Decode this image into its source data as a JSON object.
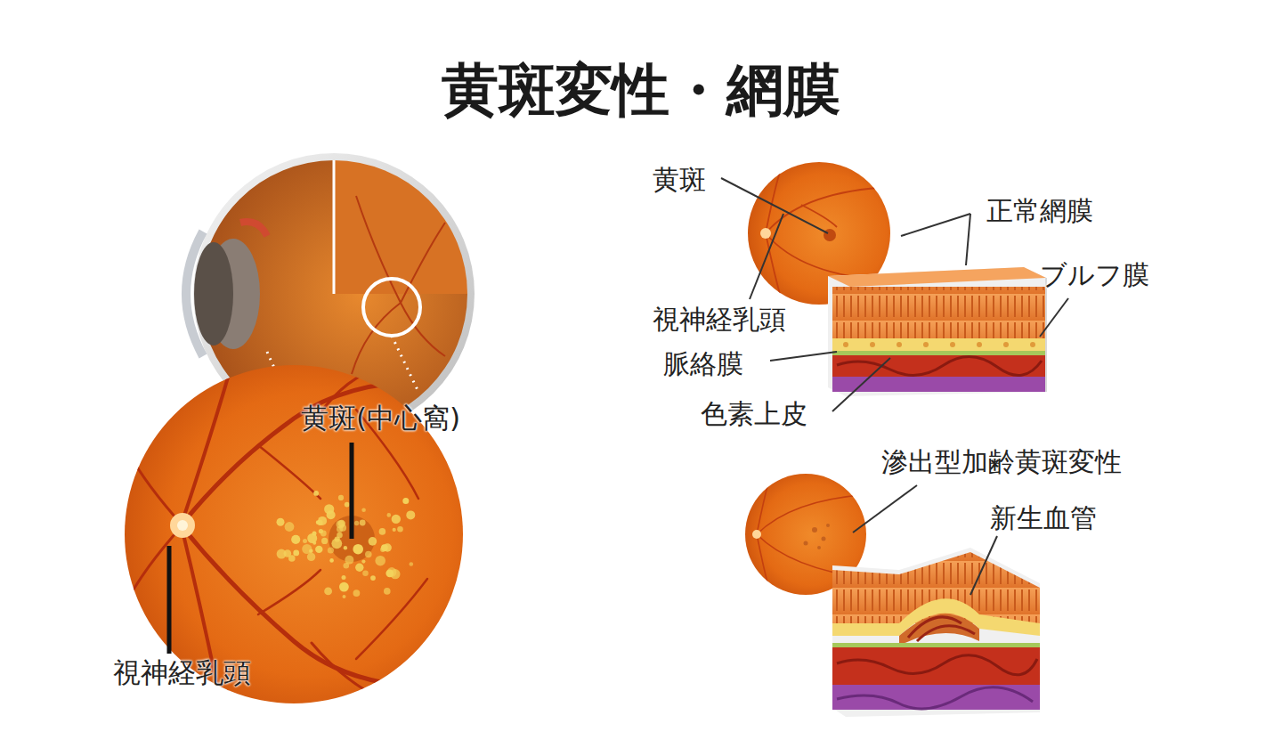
{
  "diagram": {
    "title": "黄斑変性・網膜",
    "labels": [
      "黄斑(中心窩)",
      "視神経乳頭",
      "黄斑",
      "正常網膜",
      "ブルフ膜",
      "視神経乳頭",
      "脈絡膜",
      "色素上皮",
      "滲出型加齢黄斑変性",
      "新生血管"
    ]
  }
}
